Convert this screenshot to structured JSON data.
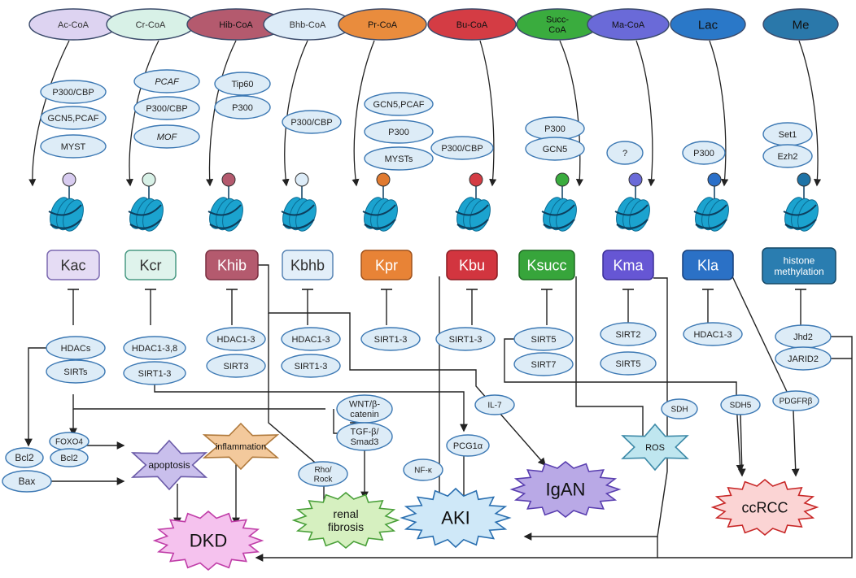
{
  "colors": {
    "nucleosome": "#1ba3cf",
    "nucleosome_dark": "#0a6a92",
    "enzyme_fill": "#ddecf7",
    "enzyme_stroke": "#3d79b4",
    "line": "#222222"
  },
  "donors": [
    {
      "id": "ac",
      "label": "Ac-CoA",
      "fill": "#ddd3f1"
    },
    {
      "id": "cr",
      "label": "Cr-CoA",
      "fill": "#d8f1e7"
    },
    {
      "id": "hib",
      "label": "Hib-CoA",
      "fill": "#b45a6e"
    },
    {
      "id": "bhb",
      "label": "Bhb-CoA",
      "fill": "#ddecf8"
    },
    {
      "id": "pr",
      "label": "Pr-CoA",
      "fill": "#e98c3d"
    },
    {
      "id": "bu",
      "label": "Bu-CoA",
      "fill": "#d43c44"
    },
    {
      "id": "succ",
      "label": "Succ-\nCoA",
      "fill": "#3aac3e"
    },
    {
      "id": "ma",
      "label": "Ma-CoA",
      "fill": "#6a6ad8"
    },
    {
      "id": "lac",
      "label": "Lac",
      "fill": "#2a78c8"
    },
    {
      "id": "me",
      "label": "Me",
      "fill": "#2a78aa"
    }
  ],
  "writers": {
    "ac": [
      "P300/CBP",
      "GCN5,PCAF",
      "MYST"
    ],
    "cr": [
      "PCAF",
      "P300/CBP",
      "MOF"
    ],
    "hib": [
      "Tip60",
      "P300"
    ],
    "bhb": [
      "P300/CBP"
    ],
    "pr": [
      "GCN5,PCAF",
      "P300",
      "MYSTs"
    ],
    "bu": [
      "P300/CBP"
    ],
    "succ": [
      "P300",
      "GCN5"
    ],
    "ma": [
      "?"
    ],
    "lac": [
      "P300"
    ],
    "me": [
      "Set1",
      "Ezh2"
    ]
  },
  "marks": [
    {
      "id": "kac",
      "label": "Kac",
      "fill": "#e5dcf4",
      "stroke": "#7b68b0",
      "text": "#333333"
    },
    {
      "id": "kcr",
      "label": "Kcr",
      "fill": "#dff3ec",
      "stroke": "#4a9a84",
      "text": "#333333"
    },
    {
      "id": "khib",
      "label": "Khib",
      "fill": "#b45a6e",
      "stroke": "#7a2f40",
      "text": "#ffffff"
    },
    {
      "id": "kbhb",
      "label": "Kbhb",
      "fill": "#e3eff9",
      "stroke": "#5a86b5",
      "text": "#333333"
    },
    {
      "id": "kpr",
      "label": "Kpr",
      "fill": "#e88336",
      "stroke": "#a0521c",
      "text": "#ffffff"
    },
    {
      "id": "kbu",
      "label": "Kbu",
      "fill": "#d2353f",
      "stroke": "#8a1c22",
      "text": "#ffffff"
    },
    {
      "id": "ksucc",
      "label": "Ksucc",
      "fill": "#37a53b",
      "stroke": "#1e6a22",
      "text": "#ffffff"
    },
    {
      "id": "kma",
      "label": "Kma",
      "fill": "#6656d4",
      "stroke": "#3a2e96",
      "text": "#ffffff"
    },
    {
      "id": "kla",
      "label": "Kla",
      "fill": "#2b71c6",
      "stroke": "#163f7a",
      "text": "#ffffff"
    },
    {
      "id": "hme",
      "label": "histone\nmethylation",
      "fill": "#2a7db0",
      "stroke": "#154866",
      "text": "#ffffff"
    }
  ],
  "erasers": {
    "kac": [
      "HDACs",
      "SIRTs"
    ],
    "kcr": [
      "HDAC1-3,8",
      "SIRT1-3"
    ],
    "khib": [
      "HDAC1-3",
      "SIRT3"
    ],
    "kbhb": [
      "HDAC1-3",
      "SIRT1-3"
    ],
    "kpr": [
      "SIRT1-3"
    ],
    "kbu": [
      "SIRT1-3"
    ],
    "ksucc": [
      "SIRT5",
      "SIRT7"
    ],
    "kma": [
      "SIRT2",
      "SIRT5"
    ],
    "kla": [
      "HDAC1-3"
    ],
    "hme": [
      "Jhd2",
      "JARID2"
    ]
  },
  "mediators": [
    {
      "id": "foxo4",
      "label": "FOXO4"
    },
    {
      "id": "bcl2a",
      "label": "Bcl2"
    },
    {
      "id": "bcl2b",
      "label": "Bcl2"
    },
    {
      "id": "bax",
      "label": "Bax"
    },
    {
      "id": "wnt",
      "label": "WNT/β-\ncatenin"
    },
    {
      "id": "tgf",
      "label": "TGF-β/\nSmad3"
    },
    {
      "id": "rho",
      "label": "Rho/\nRock"
    },
    {
      "id": "il7",
      "label": "IL-7"
    },
    {
      "id": "pcg",
      "label": "PCG1α"
    },
    {
      "id": "nfk",
      "label": "NF-κ"
    },
    {
      "id": "sdh",
      "label": "SDH"
    },
    {
      "id": "sdh5",
      "label": "SDH5"
    },
    {
      "id": "pdgfr",
      "label": "PDGFRβ"
    }
  ],
  "outcomes": [
    {
      "id": "apoptosis",
      "label": "apoptosis",
      "fill": "#c9bfec",
      "stroke": "#6b5ba8"
    },
    {
      "id": "inflammation",
      "label": "inflammation",
      "fill": "#f3c99c",
      "stroke": "#b07a3c"
    },
    {
      "id": "ros",
      "label": "ROS",
      "fill": "#bfe6ef",
      "stroke": "#3d8aa8"
    },
    {
      "id": "igan",
      "label": "IgAN",
      "fill": "#b9a9e6",
      "stroke": "#5a3fb0"
    },
    {
      "id": "renal",
      "label": "renal\nfibrosis",
      "fill": "#d6f0c0",
      "stroke": "#4aa03a"
    },
    {
      "id": "aki",
      "label": "AKI",
      "fill": "#cfe8f8",
      "stroke": "#2a6fb0"
    },
    {
      "id": "dkd",
      "label": "DKD",
      "fill": "#f5c2ee",
      "stroke": "#c03ea8"
    },
    {
      "id": "ccrcc",
      "label": "ccRCC",
      "fill": "#fbd4d4",
      "stroke": "#c82828"
    }
  ]
}
